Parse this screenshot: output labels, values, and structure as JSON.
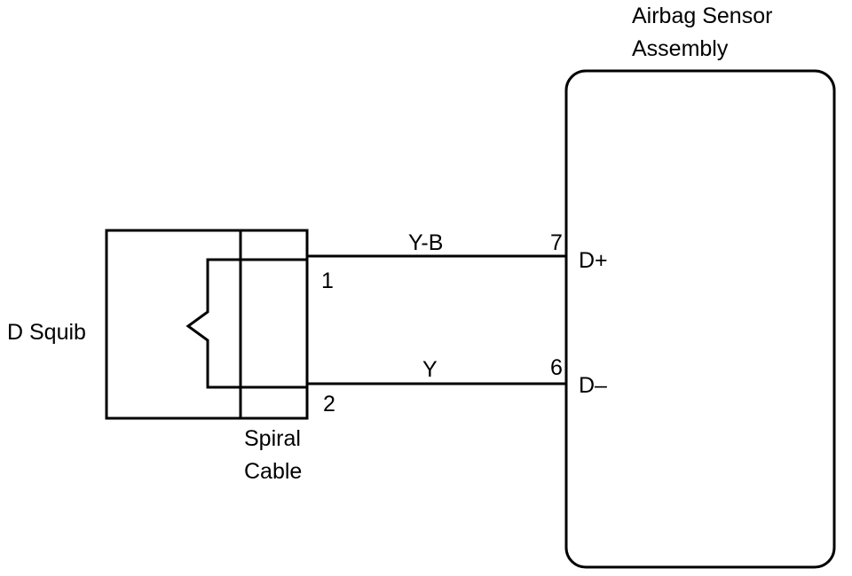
{
  "sensor": {
    "title_line1": "Airbag Sensor",
    "title_line2": "Assembly",
    "pin_plus": "D+",
    "pin_minus": "D–"
  },
  "squib": {
    "label": "D Squib"
  },
  "spiral_cable": {
    "label_line1": "Spiral",
    "label_line2": "Cable",
    "terminal_1": "1",
    "terminal_2": "2"
  },
  "wires": {
    "top": {
      "color_code": "Y-B",
      "pin": "7"
    },
    "bottom": {
      "color_code": "Y",
      "pin": "6"
    }
  }
}
